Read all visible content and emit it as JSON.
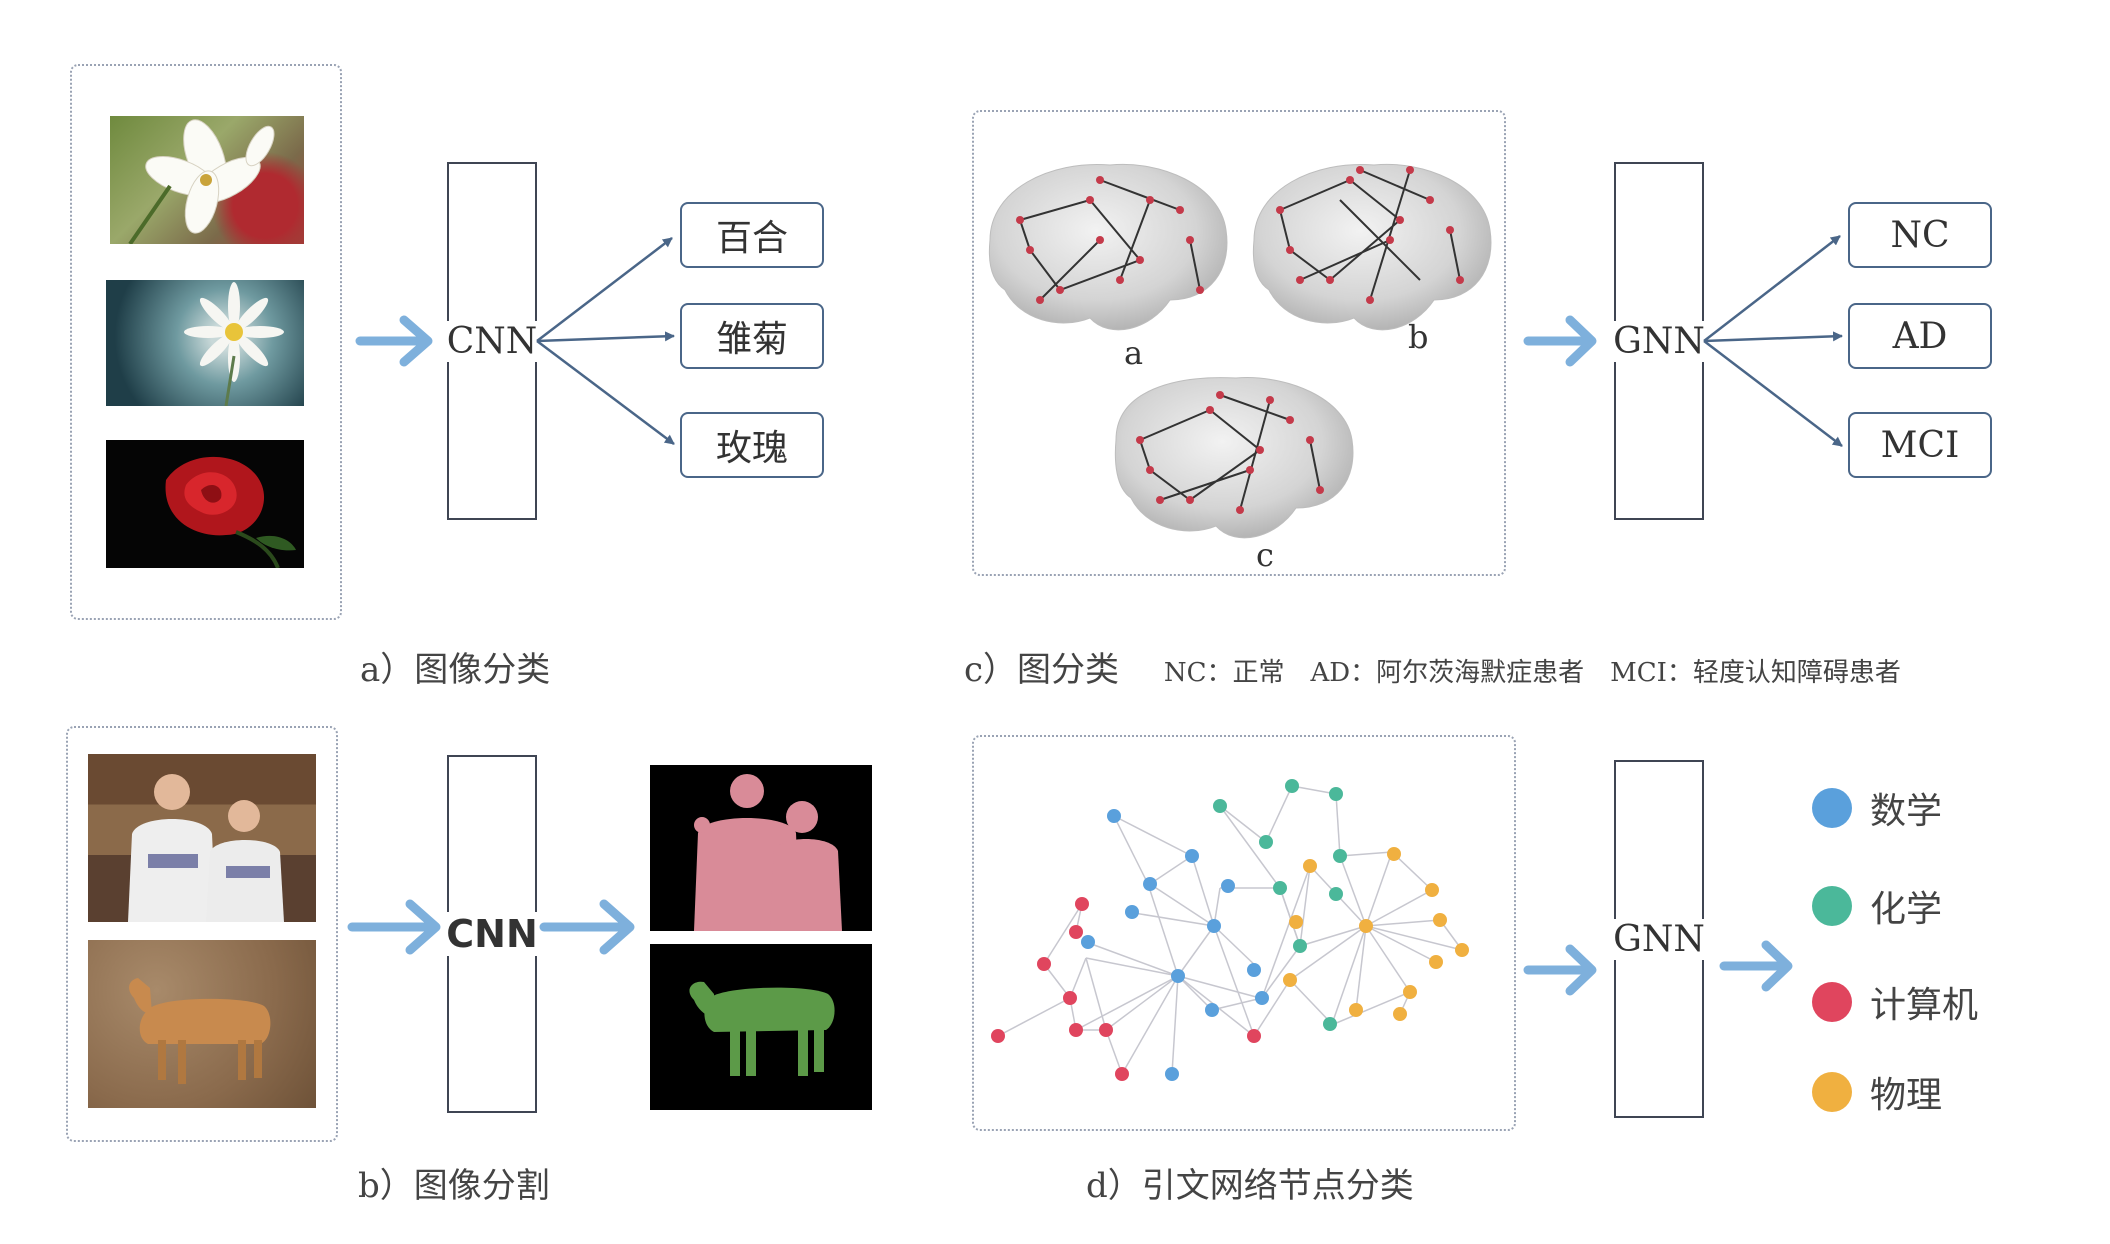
{
  "panel_a": {
    "model": "CNN",
    "outputs": [
      "百合",
      "雏菊",
      "玫瑰"
    ],
    "caption": "a）图像分类"
  },
  "panel_b": {
    "model": "CNN",
    "caption": "b）图像分割"
  },
  "panel_c": {
    "brain_labels": [
      "a",
      "b",
      "c"
    ],
    "model": "GNN",
    "outputs": [
      "NC",
      "AD",
      "MCI"
    ],
    "caption": "c）图分类",
    "note": "NC：正常　AD：阿尔茨海默症患者　MCI：轻度认知障碍患者"
  },
  "panel_d": {
    "model": "GNN",
    "caption": "d）引文网络节点分类",
    "legend": [
      {
        "label": "数学",
        "color": "#5aa0dc"
      },
      {
        "label": "化学",
        "color": "#4bb89a"
      },
      {
        "label": "计算机",
        "color": "#e0455e"
      },
      {
        "label": "物理",
        "color": "#f0b040"
      }
    ]
  },
  "colors": {
    "arrow": "#7eb0dc",
    "connector": "#4a6688",
    "segment_person": "#d98b98",
    "segment_cow": "#5c9a48"
  }
}
